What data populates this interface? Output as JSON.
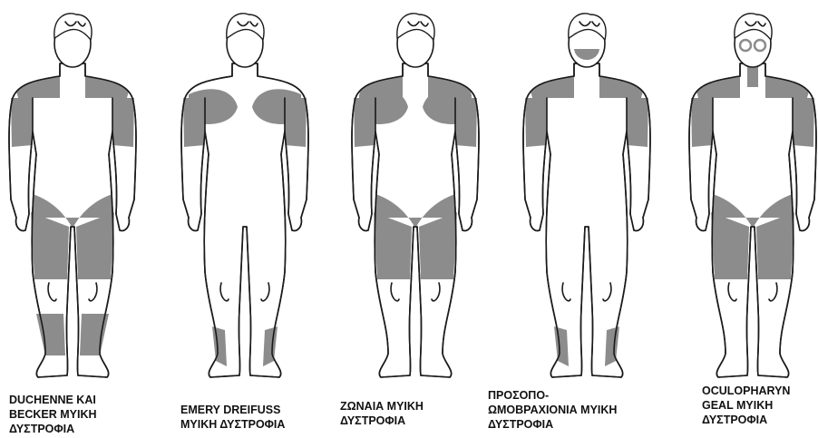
{
  "colors": {
    "affected": "#8c8c8c",
    "outline": "#1a1a1a",
    "background": "#ffffff"
  },
  "figures": [
    {
      "id": "duchenne",
      "label_lines": [
        "DUCHENNE KAI",
        "BECKER ΜΥΙΚΗ",
        "ΔΥΣΤΡΟΦΙΑ"
      ],
      "affected": [
        "shoulders",
        "upper-arms",
        "hips",
        "thighs",
        "calves"
      ]
    },
    {
      "id": "emery",
      "label_lines": [
        "EMERY DREIFUSS",
        "ΜΥΙΚΗ ΔΥΣΤΡΟΦΙΑ"
      ],
      "affected": [
        "chest",
        "upper-arms",
        "lower-legs"
      ]
    },
    {
      "id": "limb-girdle",
      "label_lines": [
        "ΖΩΝΑΙΑ ΜΥΙΚΗ",
        "ΔΥΣΤΡΟΦΙΑ"
      ],
      "affected": [
        "shoulders",
        "chest",
        "arms",
        "hips",
        "thighs"
      ]
    },
    {
      "id": "fshd",
      "label_lines": [
        "ΠΡΟΣΟΠΟ-",
        "ΩΜΟΒΡΑΧΙΟΝΙΑ ΜΥΙΚΗ",
        "ΔΥΣΤΡΟΦΙΑ"
      ],
      "affected": [
        "face",
        "shoulders",
        "upper-arms",
        "lower-legs"
      ]
    },
    {
      "id": "oculopharyngeal",
      "label_lines": [
        "OCULOPHARYN",
        "GEAL ΜΥΙΚΗ",
        "ΔΥΣΤΡΟΦΙΑ"
      ],
      "affected": [
        "eyes",
        "throat",
        "shoulders",
        "upper-arms",
        "hips",
        "thighs"
      ]
    }
  ]
}
